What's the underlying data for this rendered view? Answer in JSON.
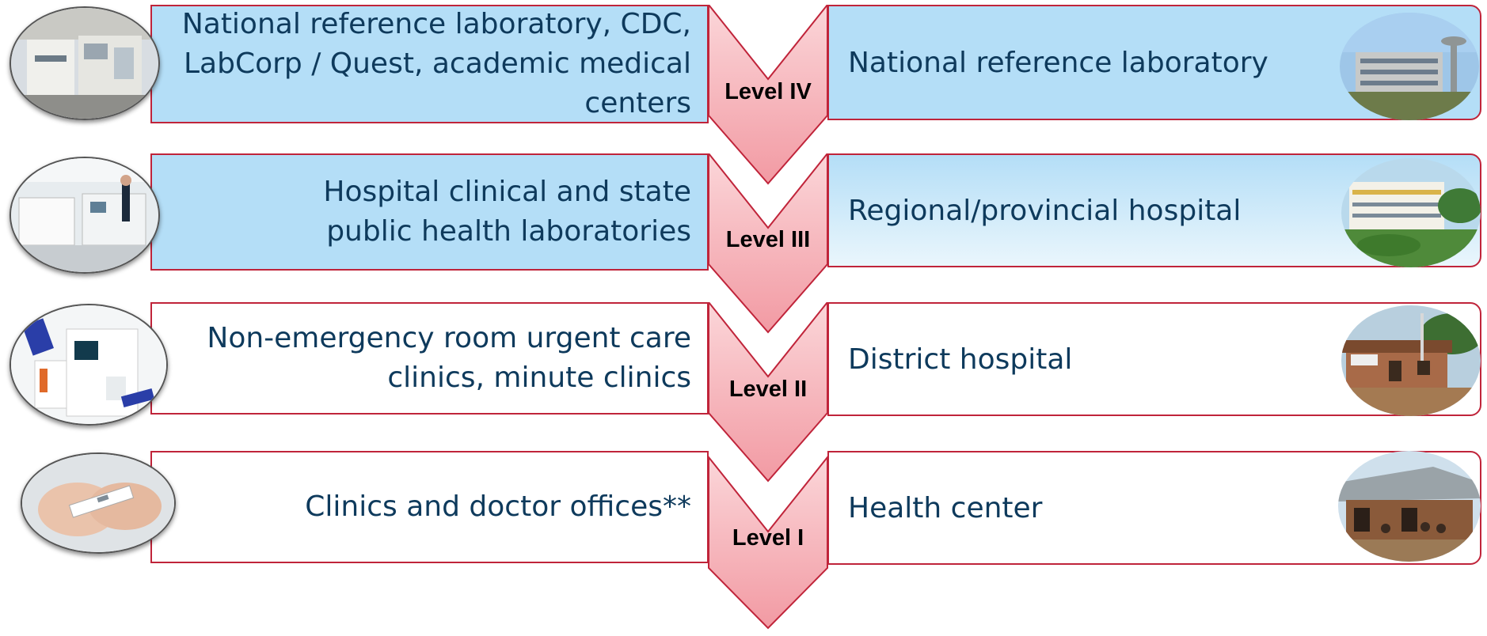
{
  "levels": [
    {
      "label": "Level IV",
      "left_text": "National reference laboratory, CDC, LabCorp / Quest, academic medical centers",
      "right_text": "National reference laboratory",
      "left_photo": "automated-lab-analyzer-photo",
      "right_photo": "national-lab-building-photo"
    },
    {
      "label": "Level III",
      "left_text": "Hospital clinical and state public health laboratories",
      "right_text": "Regional/provincial hospital",
      "left_photo": "hospital-lab-photo",
      "right_photo": "regional-hospital-photo"
    },
    {
      "label": "Level II",
      "left_text": "Non-emergency room urgent care clinics, minute clinics",
      "right_text": "District hospital",
      "left_photo": "point-of-care-analyzer-photo",
      "right_photo": "district-hospital-photo"
    },
    {
      "label": "Level I",
      "left_text": "Clinics and doctor offices**",
      "right_text": "Health center",
      "left_photo": "rapid-test-photo",
      "right_photo": "health-center-photo"
    }
  ],
  "colors": {
    "border": "#c0243a",
    "blue_fill": "#b4def7",
    "text": "#0e3a5c",
    "chevron_top": "#f9c8cc",
    "chevron_bottom": "#f29aa3"
  }
}
